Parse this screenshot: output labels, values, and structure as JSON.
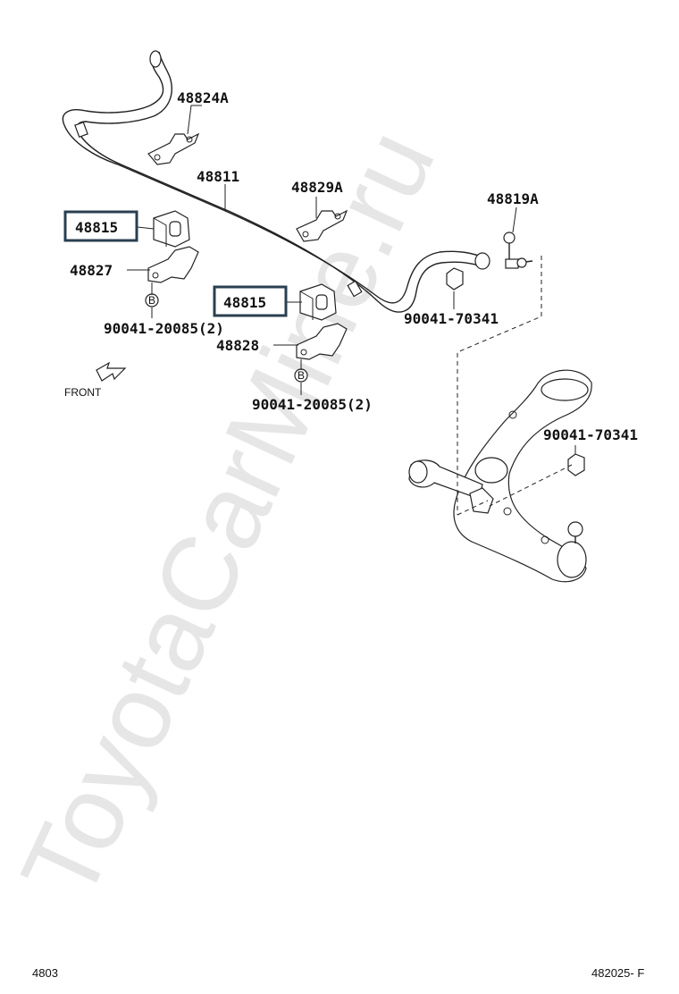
{
  "watermark": "ToyotaCarMine.ru",
  "parts": {
    "p48824A": "48824A",
    "p48811": "48811",
    "p48829A": "48829A",
    "p48819A": "48819A",
    "p48815_a": "48815",
    "p48815_b": "48815",
    "p48827": "48827",
    "p48828": "48828",
    "p90041_20085_a": "90041-20085(2)",
    "p90041_20085_b": "90041-20085(2)",
    "p90041_70341_a": "90041-70341",
    "p90041_70341_b": "90041-70341"
  },
  "bolt_symbol": "B",
  "front_label": "FRONT",
  "highlight_color": "#2a3f4f",
  "footer": {
    "left": "4803",
    "right": "482025- F"
  }
}
